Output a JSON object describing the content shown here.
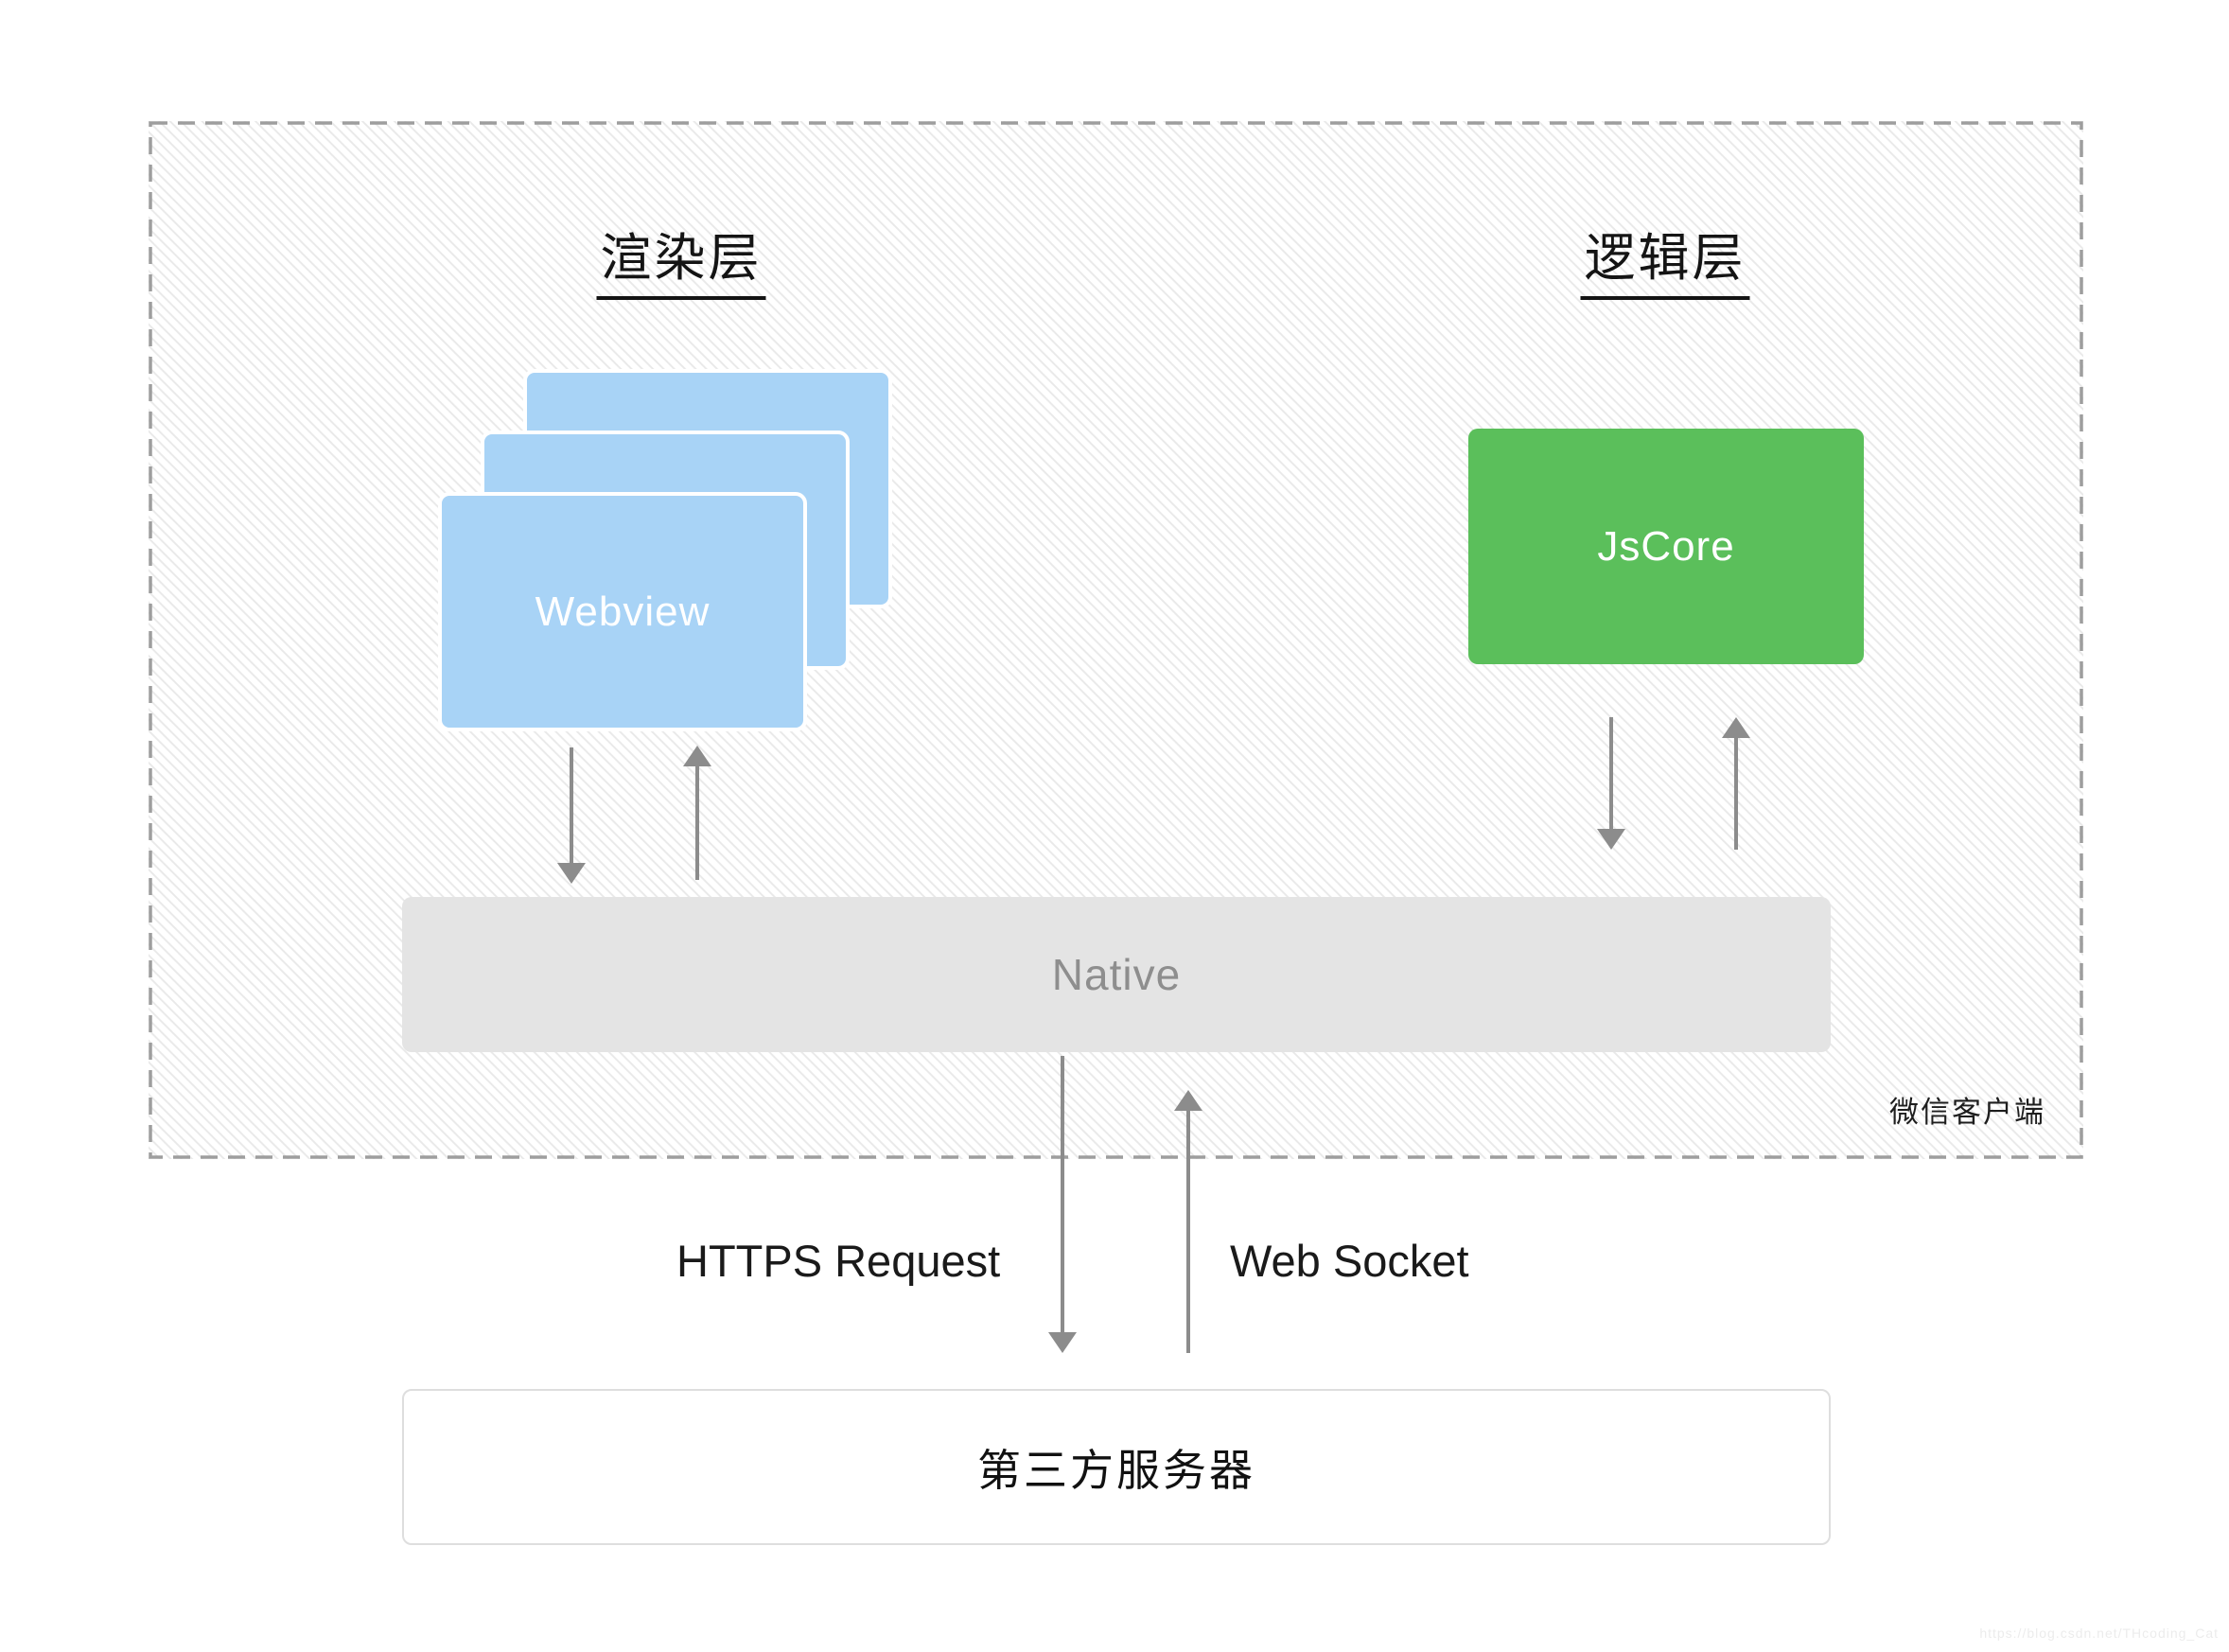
{
  "client": {
    "name_label": "微信客户端",
    "render_layer": {
      "title": "渲染层"
    },
    "logic_layer": {
      "title": "逻辑层"
    },
    "webview_label": "Webview",
    "jscore_label": "JsCore",
    "native_label": "Native"
  },
  "network": {
    "https_label": "HTTPS Request",
    "websocket_label": "Web Socket"
  },
  "server": {
    "label": "第三方服务器"
  },
  "watermark": "https://blog.csdn.net/THcoding_Cat",
  "colors": {
    "webview_blue": "#a8d3f6",
    "jscore_green": "#5bbf5b",
    "native_gray": "#e4e4e4",
    "native_text_gray": "#8e8e8e",
    "arrow_gray": "#8c8c8c",
    "hatch_line_gray": "#e9e9e9",
    "dashed_border_gray": "#9e9e9e",
    "server_border_gray": "#dedede",
    "title_text": "#141414"
  }
}
